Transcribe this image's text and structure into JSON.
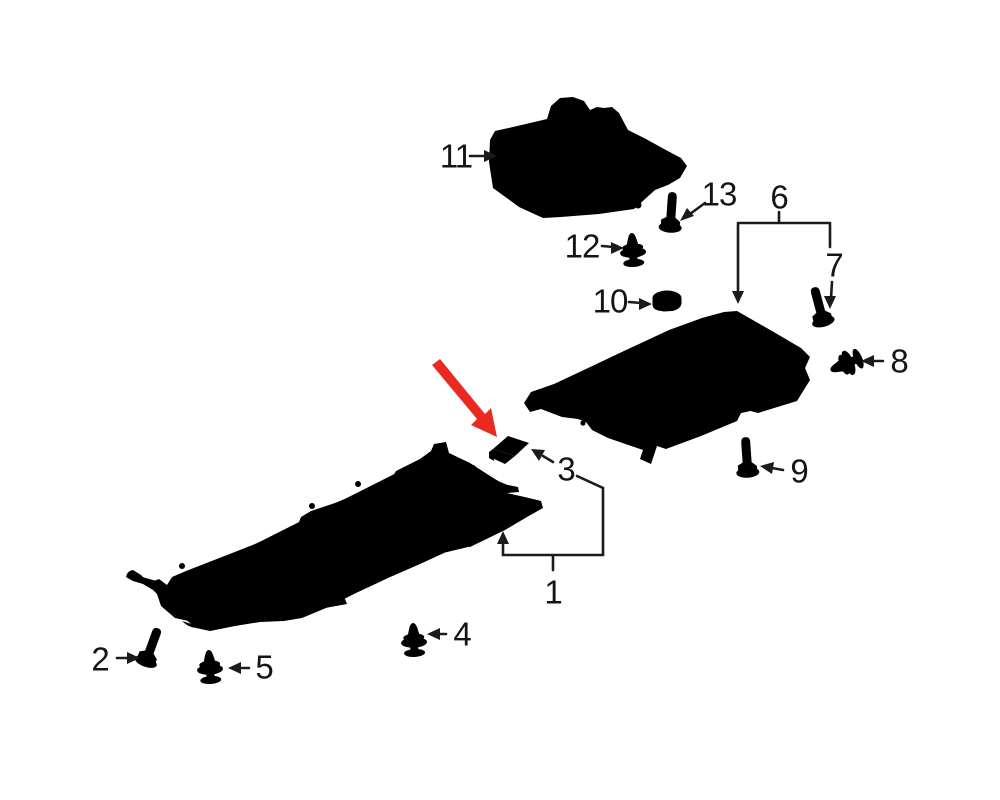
{
  "diagram": {
    "background_color": "#ffffff",
    "line_color": "#1b1b1b",
    "highlight_arrow_color": "#ea2a20",
    "callouts": {
      "c1": "1",
      "c2": "2",
      "c3": "3",
      "c4": "4",
      "c5": "5",
      "c6": "6",
      "c7": "7",
      "c8": "8",
      "c9": "9",
      "c10": "10",
      "c11": "11",
      "c12": "12",
      "c13": "13"
    }
  }
}
